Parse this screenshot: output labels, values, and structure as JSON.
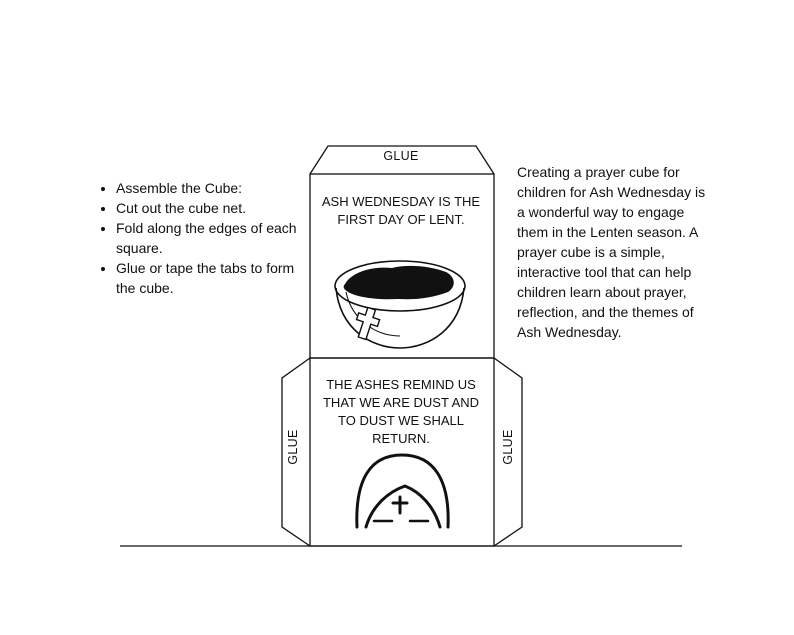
{
  "instructions": [
    "Assemble the Cube:",
    "Cut out the cube net.",
    "Fold along the edges of each square.",
    "Glue or tape the tabs to form the cube."
  ],
  "description": "Creating a prayer cube for children for Ash Wednesday is a wonderful way to engage them in the Lenten season. A prayer cube is a simple, interactive tool that can help children learn about prayer, reflection, and the themes of Ash Wednesday.",
  "cube": {
    "glue_top": "GLUE",
    "glue_left": "GLUE",
    "glue_right": "GLUE",
    "face_top_text": "ASH WEDNESDAY IS THE FIRST DAY OF LENT.",
    "face_middle_text": "THE ASHES REMIND US THAT WE ARE DUST AND TO DUST WE SHALL RETURN."
  },
  "icons": [
    "ash-bowl-icon",
    "cross-icon",
    "child-face-icon"
  ]
}
